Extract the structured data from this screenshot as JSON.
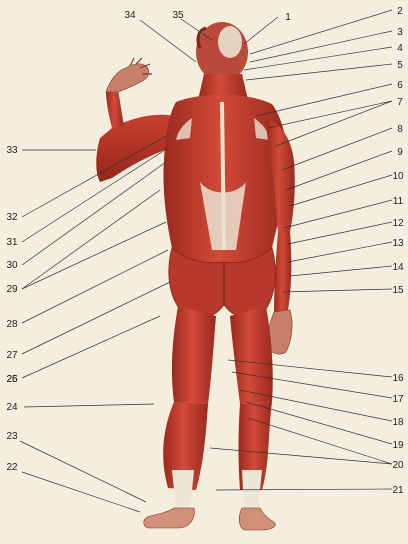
{
  "figure": {
    "subject": "posterior view of human muscular system",
    "labels": [
      "1",
      "2",
      "3",
      "4",
      "5",
      "6",
      "7",
      "8",
      "9",
      "10",
      "11",
      "12",
      "13",
      "14",
      "15",
      "16",
      "17",
      "18",
      "19",
      "20",
      "21",
      "22",
      "23",
      "24",
      "25",
      "26",
      "27",
      "28",
      "29",
      "30",
      "31",
      "32",
      "33",
      "34",
      "35"
    ]
  },
  "colors": {
    "background": "#f3eede",
    "muscle": "#c43a2c",
    "muscle_dark": "#8e2318",
    "tendon": "#ece6d6",
    "skin": "#e8b7a2"
  }
}
